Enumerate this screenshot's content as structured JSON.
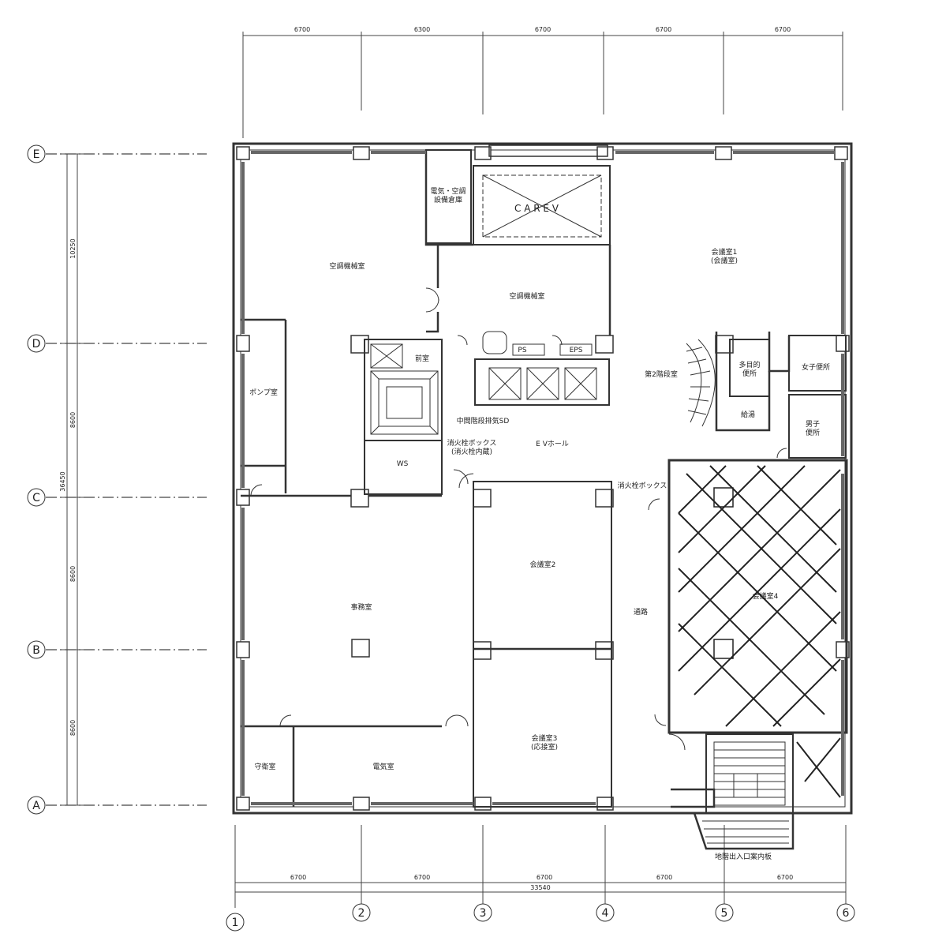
{
  "axes": {
    "columns": [
      "1",
      "2",
      "3",
      "4",
      "5",
      "6"
    ],
    "rows": [
      "E",
      "D",
      "C",
      "B",
      "A"
    ]
  },
  "dimensions": {
    "top": [
      "6700",
      "6300",
      "6700",
      "6700",
      "6700"
    ],
    "bottom": [
      "6700",
      "6700",
      "6700",
      "6700",
      "6700"
    ],
    "bottom_total": "33540",
    "left": [
      "10250",
      "8600",
      "8600",
      "8600"
    ],
    "left_total": "36450"
  },
  "rooms": {
    "ac_machine_top": "空調機械室",
    "storage": "電気・空調\n設備倉庫",
    "car_ev": "C A R E V",
    "ac_machine_mid": "空調機械室",
    "meeting1": "会議室1\n(会議室)",
    "pump": "ポンプ室",
    "front_room": "前室",
    "ps": "PS",
    "eps": "EPS",
    "sd": "中間階段排気SD",
    "hose_box": "消火栓ボックス\n(消火栓内蔵)",
    "ws": "WS",
    "ev_hall": "E Vホール",
    "stair2": "第2階段室",
    "accessible_wc": "多目的\n便所",
    "female_wc": "女子便所",
    "male_wc": "男子\n便所",
    "pantry": "給湯",
    "hose_box2": "消火栓ボックス",
    "big_office": "事務室",
    "meeting2": "会議室2",
    "corridor": "通路",
    "meeting4": "会議室4",
    "meeting3": "会議室3\n(応接室)",
    "security": "守衛室",
    "elec_room": "電気室",
    "stair_guide": "地階出入口案内板"
  }
}
